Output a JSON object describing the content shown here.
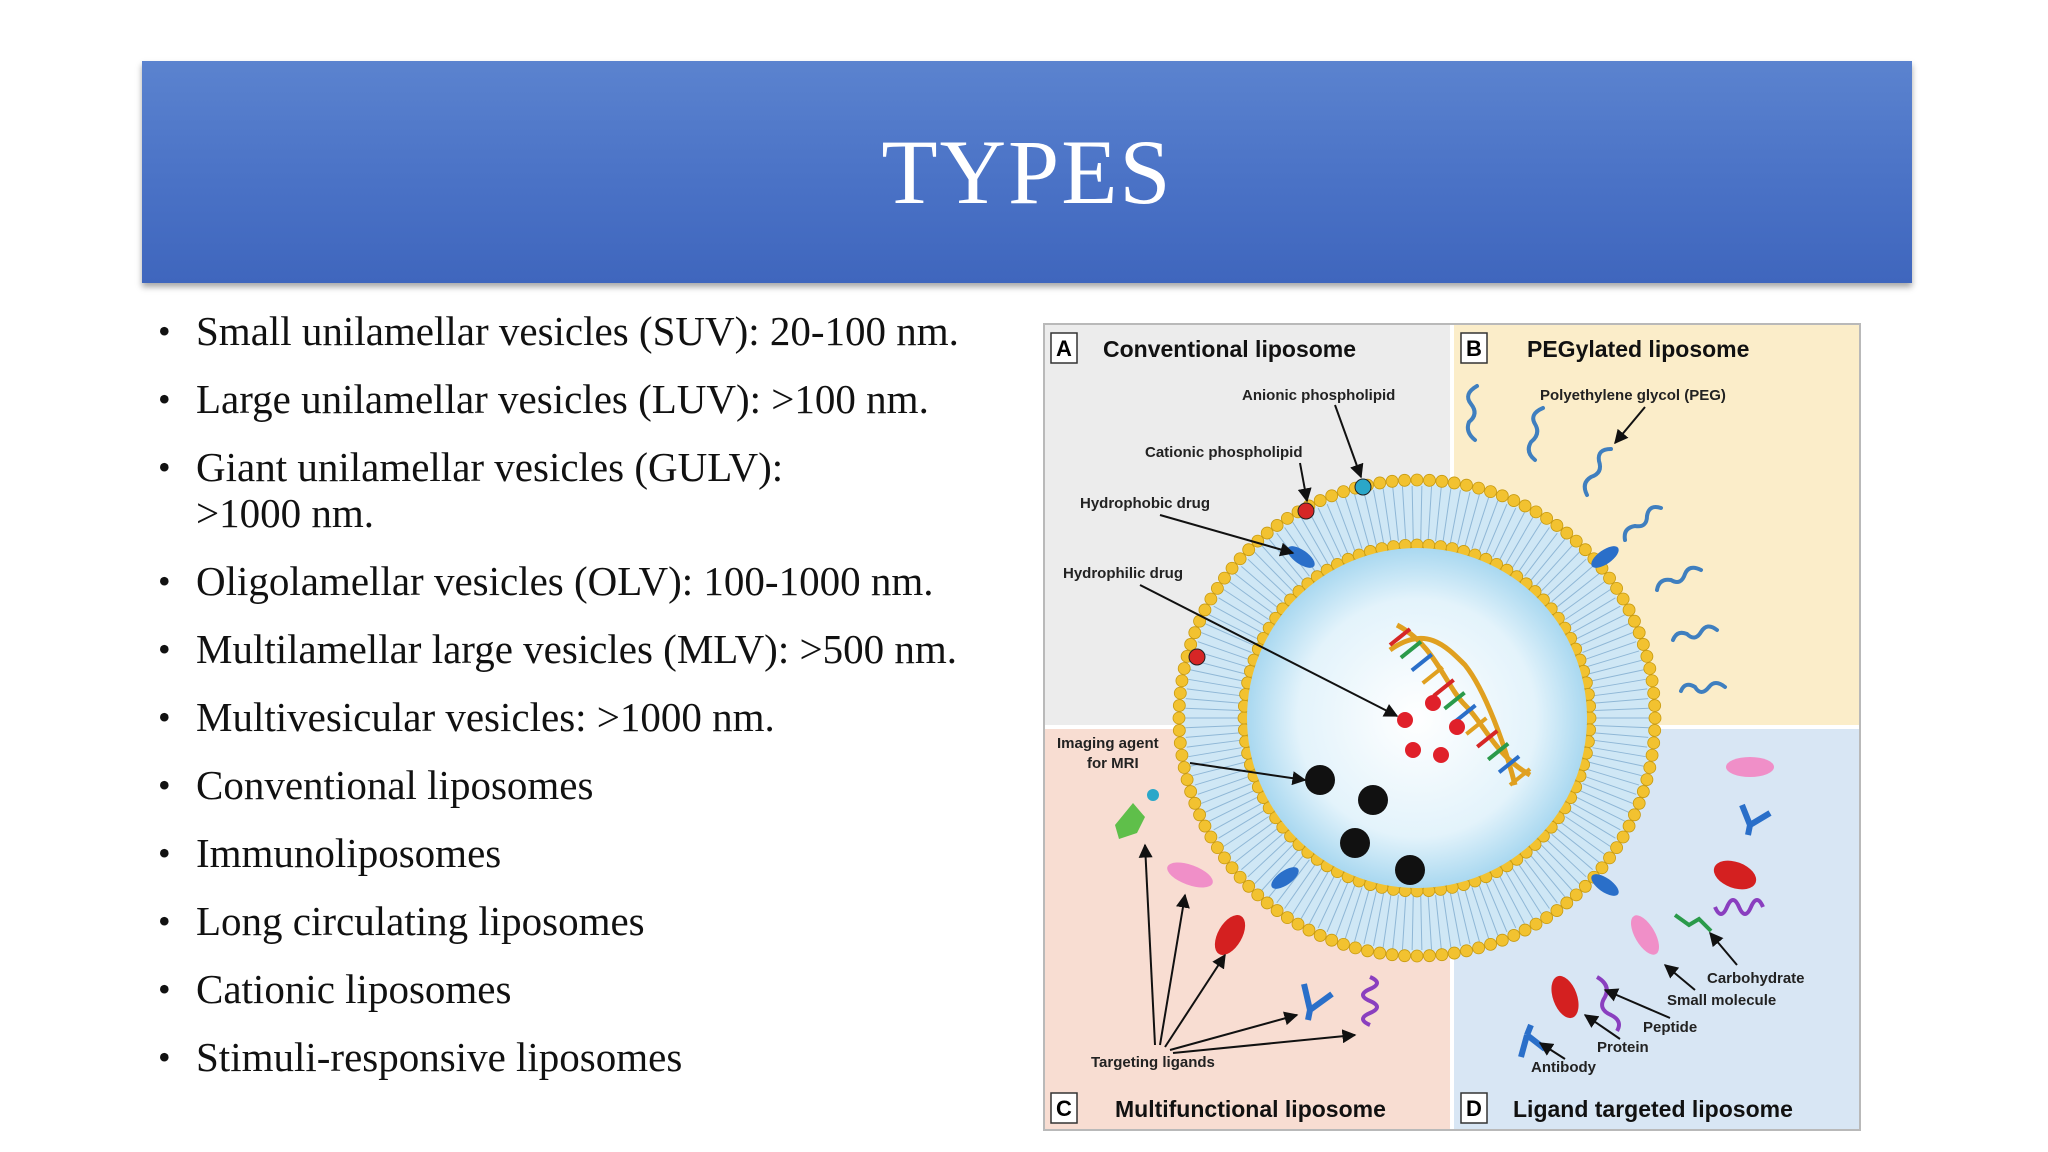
{
  "slide": {
    "title": "TYPES",
    "bullets": [
      "Small unilamellar vesicles (SUV): 20-100 nm.",
      "Large unilamellar vesicles (LUV): >100 nm.",
      "Giant unilamellar vesicles (GULV): >1000 nm.",
      "Oligolamellar vesicles (OLV): 100-1000 nm.",
      "Multilamellar large vesicles (MLV): >500 nm.",
      "Multivesicular vesicles: >1000 nm.",
      "Conventional liposomes",
      "Immunoliposomes",
      "Long circulating liposomes",
      "Cationic liposomes",
      "Stimuli-responsive liposomes"
    ],
    "bullet_glyph": "•"
  },
  "figure": {
    "panels": {
      "a": {
        "letter": "A",
        "title": "Conventional liposome"
      },
      "b": {
        "letter": "B",
        "title": "PEGylated liposome"
      },
      "c": {
        "letter": "C",
        "title": "Multifunctional liposome"
      },
      "d": {
        "letter": "D",
        "title": "Ligand targeted liposome"
      }
    },
    "labels": {
      "anionic": "Anionic phospholipid",
      "cationic": "Cationic phospholipid",
      "hydrophobic": "Hydrophobic drug",
      "hydrophilic": "Hydrophilic drug",
      "peg": "Polyethylene glycol (PEG)",
      "imaging_1": "Imaging agent",
      "imaging_2": "for MRI",
      "targeting": "Targeting ligands",
      "carbohydrate": "Carbohydrate",
      "small_molecule": "Small molecule",
      "peptide": "Peptide",
      "protein": "Protein",
      "antibody": "Antibody"
    },
    "colors": {
      "panel_a": "#ececec",
      "panel_b": "#fbedc9",
      "panel_c": "#f8ddd2",
      "panel_d": "#d8e6f4",
      "lipid_head": "#f2c230",
      "core": "#bfe3f5"
    }
  }
}
